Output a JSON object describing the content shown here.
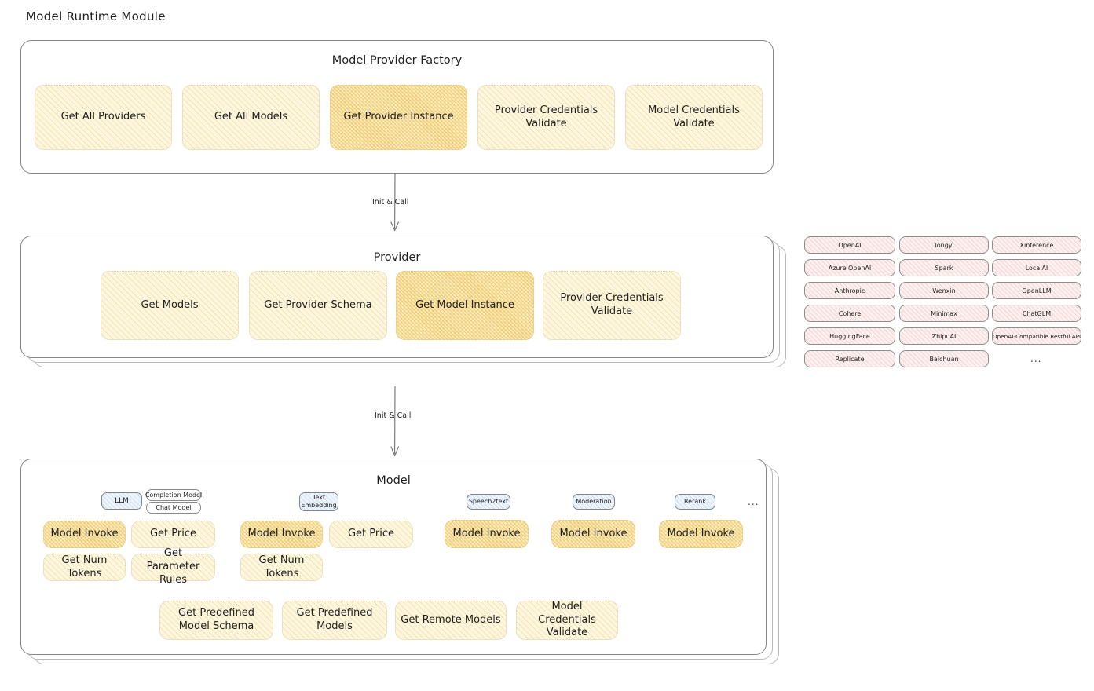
{
  "page": {
    "title": "Model Runtime Module"
  },
  "factory": {
    "title": "Model Provider Factory",
    "boxes": [
      {
        "label": "Get All Providers",
        "highlight": false
      },
      {
        "label": "Get All Models",
        "highlight": false
      },
      {
        "label": "Get Provider Instance",
        "highlight": true
      },
      {
        "label": "Provider Credentials Validate",
        "highlight": false
      },
      {
        "label": "Model Credentials Validate",
        "highlight": false
      }
    ]
  },
  "arrows": [
    {
      "label": "Init & Call"
    },
    {
      "label": "Init & Call"
    }
  ],
  "provider": {
    "title": "Provider",
    "boxes": [
      {
        "label": "Get Models",
        "highlight": false
      },
      {
        "label": "Get Provider Schema",
        "highlight": false
      },
      {
        "label": "Get Model Instance",
        "highlight": true
      },
      {
        "label": "Provider Credentials Validate",
        "highlight": false
      }
    ]
  },
  "provider_list": {
    "column1": [
      "OpenAI",
      "Azure OpenAI",
      "Anthropic",
      "Cohere",
      "HuggingFace",
      "Replicate"
    ],
    "column2": [
      "Tongyi",
      "Spark",
      "Wenxin",
      "Minimax",
      "ZhipuAI",
      "Baichuan"
    ],
    "column3": [
      "Xinference",
      "LocalAI",
      "OpenLLM",
      "ChatGLM",
      "OpenAI-Compatible Restful API"
    ],
    "more": "..."
  },
  "model": {
    "title": "Model",
    "more": "...",
    "types": [
      {
        "chip": "LLM",
        "sub_chips": [
          "Completion Model",
          "Chat Model"
        ],
        "ops": [
          {
            "label": "Model Invoke",
            "highlight": true
          },
          {
            "label": "Get Price",
            "highlight": false
          },
          {
            "label": "Get Num Tokens",
            "highlight": false
          },
          {
            "label": "Get Parameter Rules",
            "highlight": false
          }
        ]
      },
      {
        "chip": "Text Embedding",
        "sub_chips": [],
        "ops": [
          {
            "label": "Model Invoke",
            "highlight": true
          },
          {
            "label": "Get Price",
            "highlight": false
          },
          {
            "label": "Get Num Tokens",
            "highlight": false
          }
        ]
      },
      {
        "chip": "Speech2text",
        "sub_chips": [],
        "ops": [
          {
            "label": "Model Invoke",
            "highlight": true
          }
        ]
      },
      {
        "chip": "Moderation",
        "sub_chips": [],
        "ops": [
          {
            "label": "Model Invoke",
            "highlight": true
          }
        ]
      },
      {
        "chip": "Rerank",
        "sub_chips": [],
        "ops": [
          {
            "label": "Model Invoke",
            "highlight": true
          }
        ]
      }
    ],
    "common_ops": [
      {
        "label": "Get Predefined Model Schema"
      },
      {
        "label": "Get Predefined Models"
      },
      {
        "label": "Get Remote Models"
      },
      {
        "label": "Model Credentials Validate"
      }
    ]
  },
  "colors": {
    "box_fill": "#fdf6e0",
    "box_fill_strong": "#fbeec2",
    "chip_blue": "#eef4fb",
    "chip_pink": "#fdf0f0",
    "stroke": "#868686",
    "text": "#1e1e1e"
  }
}
